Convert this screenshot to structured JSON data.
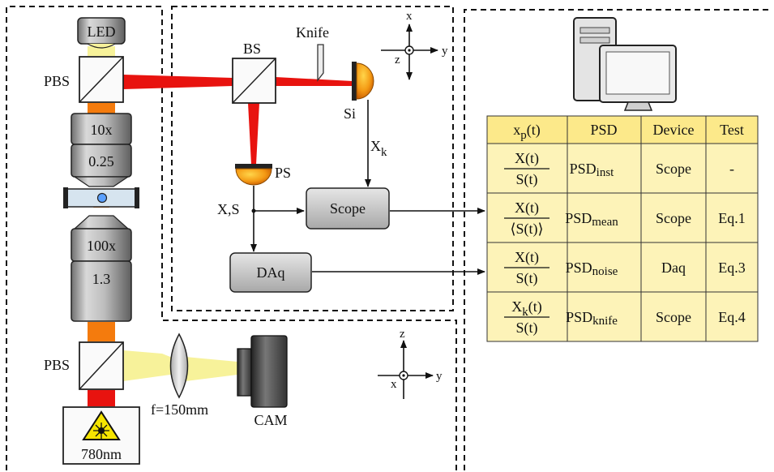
{
  "labels": {
    "led": "LED",
    "pbs_top": "PBS",
    "pbs_bottom": "PBS",
    "obj1_mag": "10x",
    "obj1_na": "0.25",
    "obj2_mag": "100x",
    "obj2_na": "1.3",
    "laser": "780nm",
    "lens": "f=150mm",
    "cam": "CAM",
    "bs": "BS",
    "knife": "Knife",
    "si": "Si",
    "ps": "PS",
    "xk_main": "X",
    "xk_sub": "k",
    "xs": "X,S",
    "scope": "Scope",
    "daq": "DAq"
  },
  "axes_top": {
    "x": "x",
    "y": "y",
    "z": "z"
  },
  "axes_bottom": {
    "z": "z",
    "y": "y",
    "x": "x"
  },
  "table": {
    "headers": {
      "xp_main": "x",
      "xp_sub": "p",
      "xp_tail": "(t)",
      "psd": "PSD",
      "device": "Device",
      "test": "Test"
    },
    "rows": [
      {
        "num_main": "X(t)",
        "num_sub": "",
        "num_tail": "",
        "den": "S(t)",
        "psd_main": "PSD",
        "psd_sub": "inst",
        "device": "Scope",
        "test": "-"
      },
      {
        "num_main": "X(t)",
        "num_sub": "",
        "num_tail": "",
        "den": "⟨S(t)⟩",
        "psd_main": "PSD",
        "psd_sub": "mean",
        "device": "Scope",
        "test": "Eq.1"
      },
      {
        "num_main": "X(t)",
        "num_sub": "",
        "num_tail": "",
        "den": "S(t)",
        "psd_main": "PSD",
        "psd_sub": "noise",
        "device": "Daq",
        "test": "Eq.3"
      },
      {
        "num_main": "X",
        "num_sub": "k",
        "num_tail": "(t)",
        "den": "S(t)",
        "psd_main": "PSD",
        "psd_sub": "knife",
        "device": "Scope",
        "test": "Eq.4"
      }
    ]
  },
  "colors": {
    "beam_red": "#e8130f",
    "beam_orange": "#f47b0d",
    "beam_yellow": "#f7f29a",
    "table_header": "#fce98a",
    "table_cell": "#fdf3b8"
  }
}
